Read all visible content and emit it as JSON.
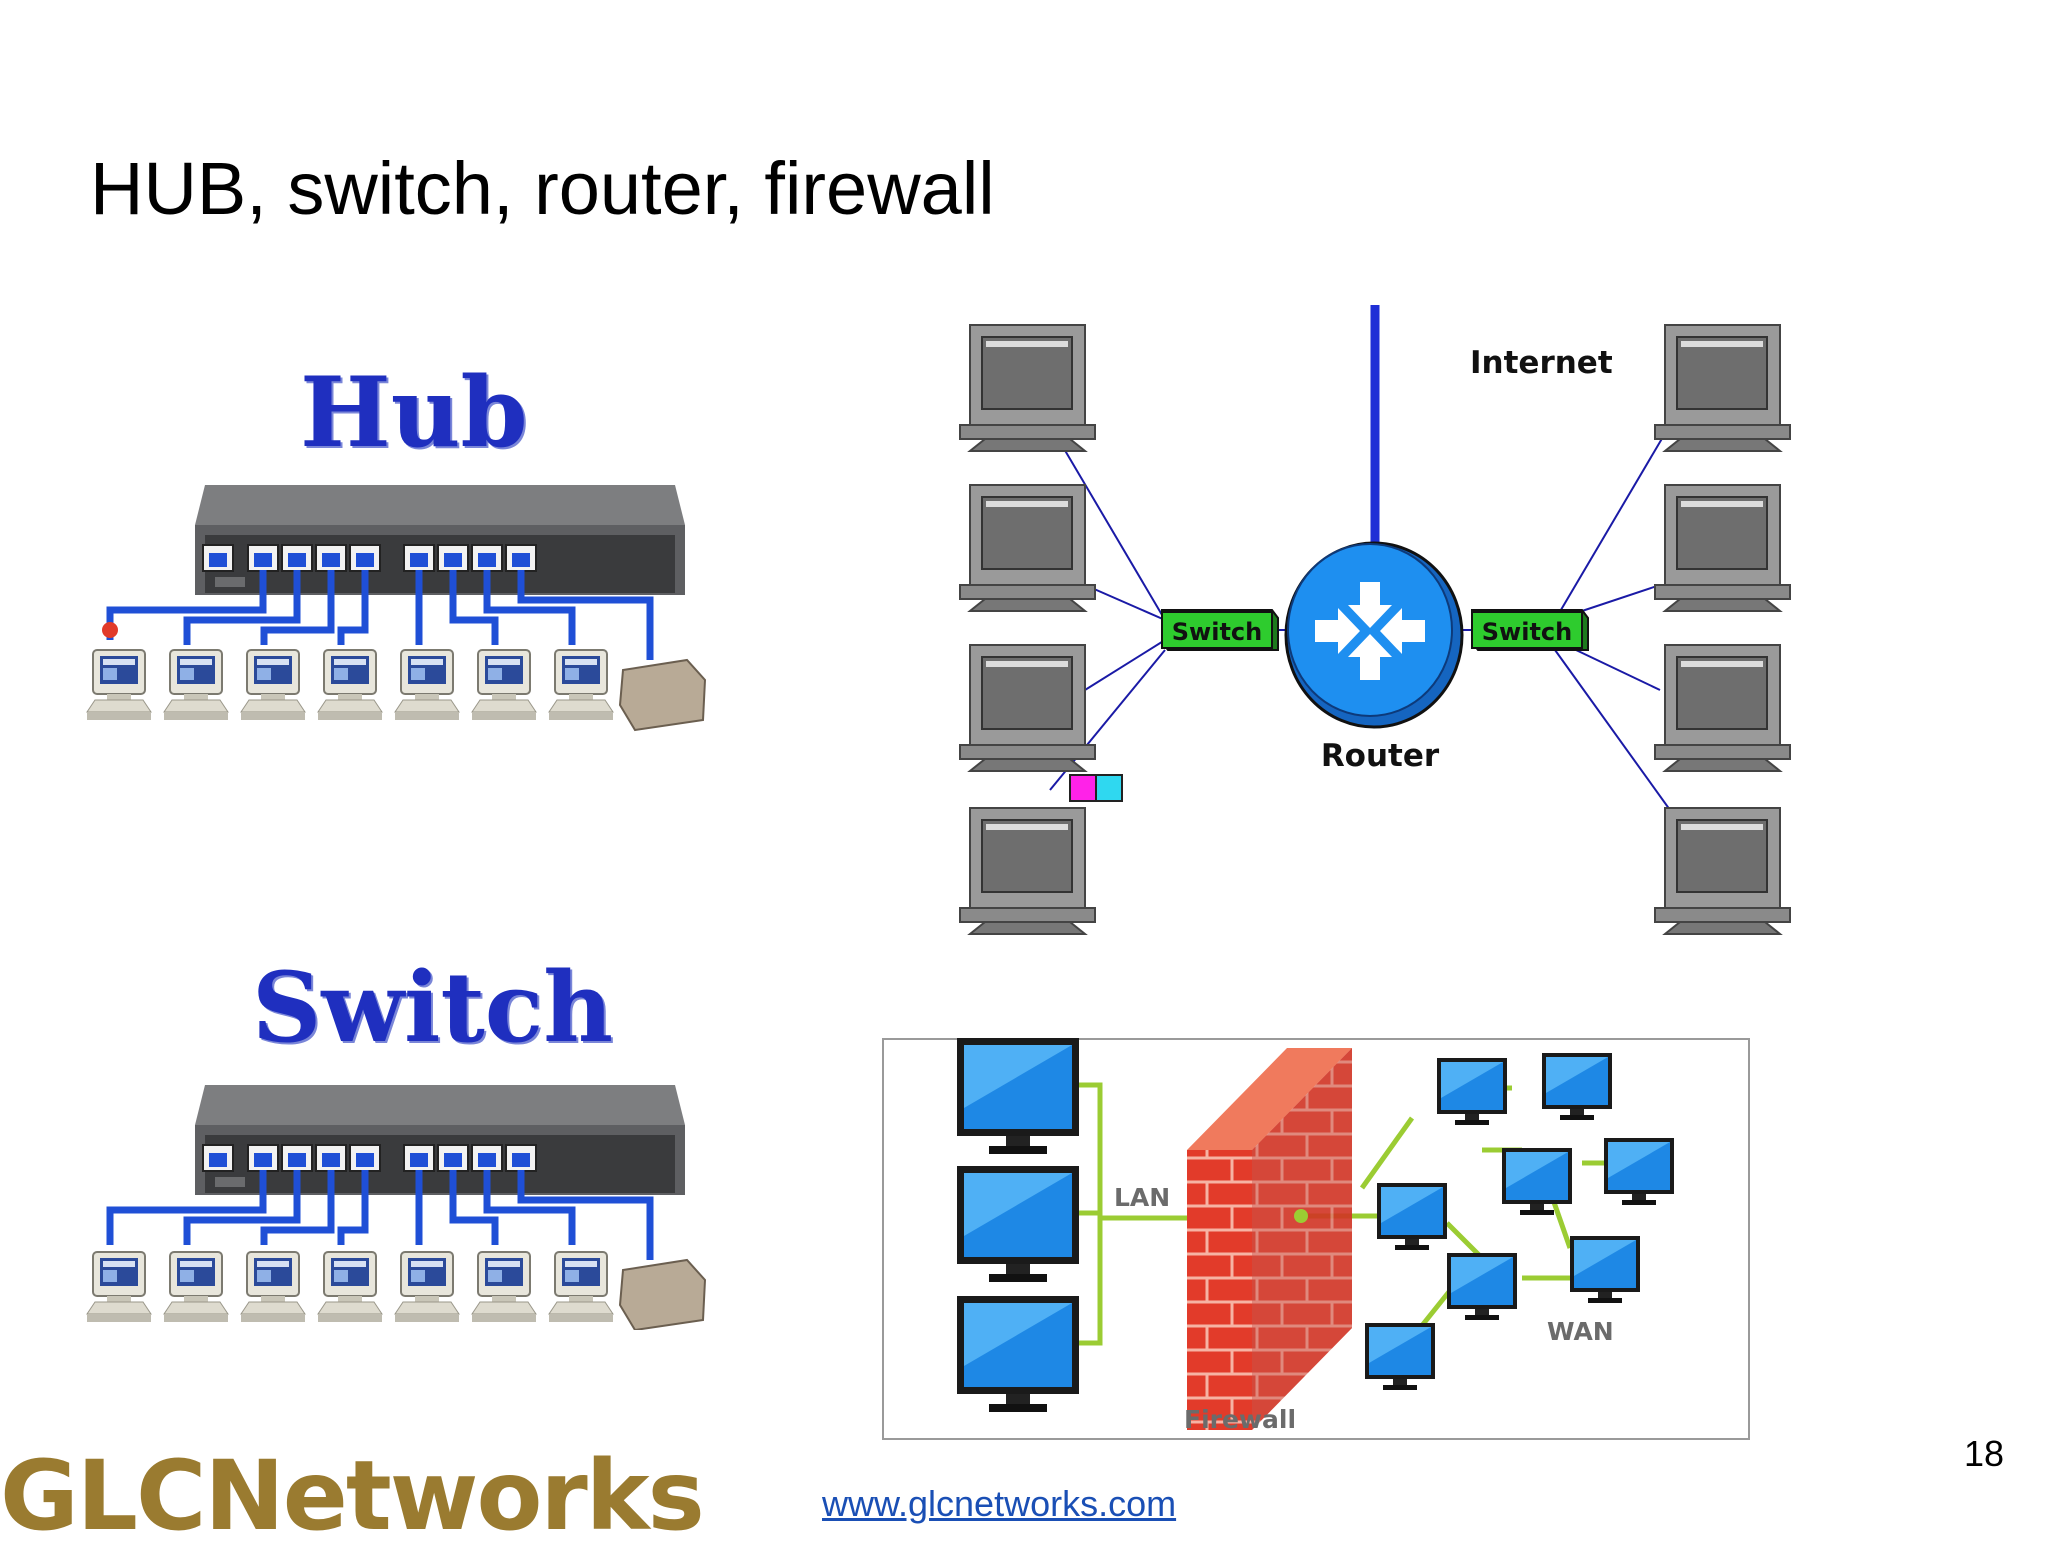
{
  "slide": {
    "title": "HUB, switch, router, firewall",
    "page_number": "18",
    "website": "www.glcnetworks.com"
  },
  "logo": {
    "text": "GLCNetworks"
  },
  "hub_diagram": {
    "label": "Hub"
  },
  "switch_diagram": {
    "label": "Switch"
  },
  "router_diagram": {
    "internet_label": "Internet",
    "router_label": "Router",
    "left_switch_label": "Switch",
    "right_switch_label": "Switch"
  },
  "firewall_diagram": {
    "lan_label": "LAN",
    "wan_label": "WAN",
    "firewall_label": "Firewall"
  },
  "colors": {
    "cable_blue": "#1f4fd6",
    "switch_green": "#2ecc2e",
    "router_blue": "#1e8ff0",
    "firewall_red": "#e23b2a",
    "wan_line": "#9bcc33",
    "logo_gold": "#9a7b30",
    "link_blue": "#1a4fb5"
  }
}
